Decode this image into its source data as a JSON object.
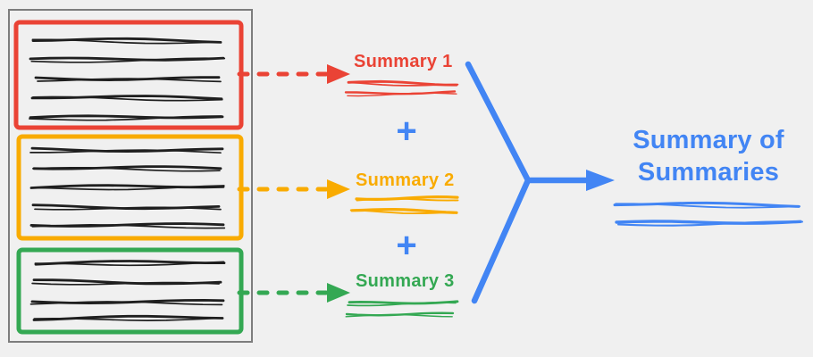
{
  "diagram": {
    "background_color": "#f0f0f0",
    "frame_color": "#7d7d7d",
    "ink_color": "#1f1f1f",
    "plus_sign": "+",
    "plus_color": "#4285f4",
    "documents": [
      {
        "label": "Summary 1",
        "color": "#ea4335",
        "text_lines": 5
      },
      {
        "label": "Summary 2",
        "color": "#f9ab00",
        "text_lines": 5
      },
      {
        "label": "Summary 3",
        "color": "#34a853",
        "text_lines": 4
      }
    ],
    "result": {
      "label": "Summary of Summaries",
      "color": "#4285f4"
    }
  }
}
